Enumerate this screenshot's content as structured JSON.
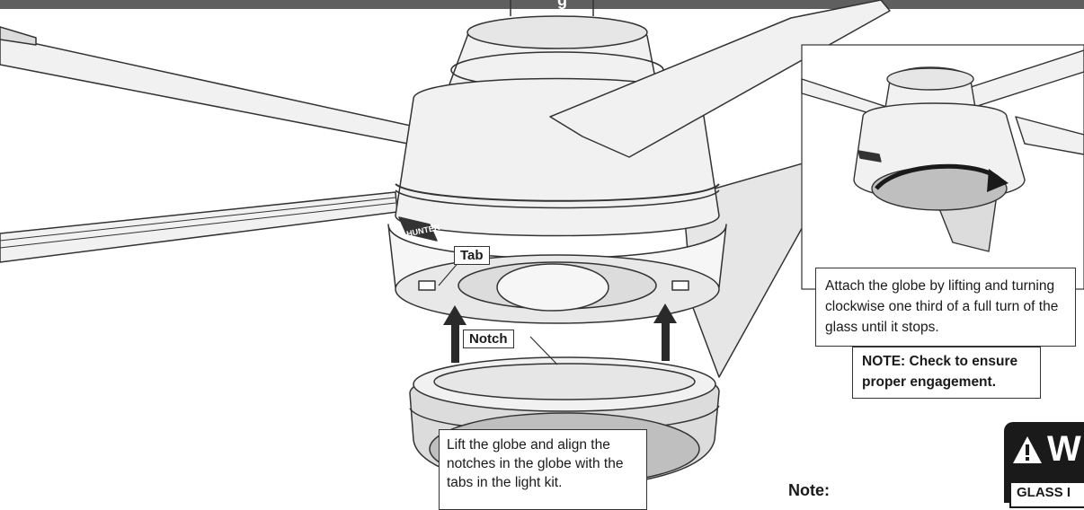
{
  "header": {
    "title": "g"
  },
  "labels": {
    "tab": "Tab",
    "notch": "Notch",
    "brand": "HUNTER"
  },
  "instructions": {
    "globe": "Lift the globe and align the notches in the globe with the tabs in the light kit.",
    "inset": "Attach the globe by lifting and turning clockwise one third of a full turn of the glass until it stops.",
    "inset_note": "NOTE: Check to ensure proper engagement."
  },
  "note_label": "Note:",
  "warning": {
    "title": "W",
    "subtitle": "GLASS I",
    "icon": "warning-triangle-icon"
  },
  "colors": {
    "line": "#333333",
    "fill_light": "#f1f1f1",
    "fill_mid": "#dcdcdc",
    "fill_dark": "#bfbfbf",
    "arrow": "#2a2a2a",
    "header_bg": "#5f5f5f"
  }
}
